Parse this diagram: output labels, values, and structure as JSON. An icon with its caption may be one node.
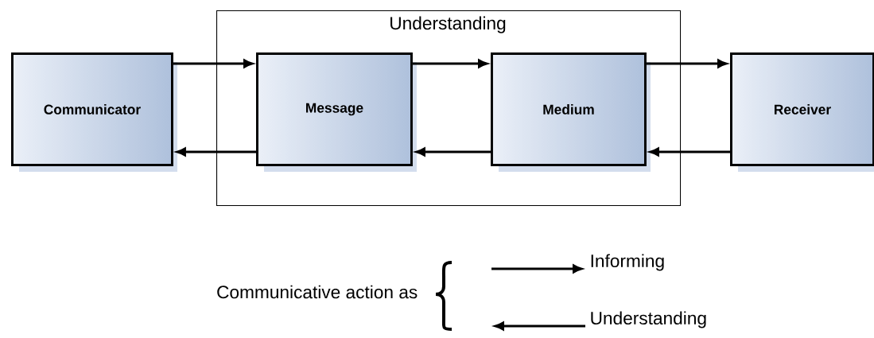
{
  "diagram": {
    "nodes": [
      {
        "text": [
          "Understanding"
        ]
      },
      {
        "text": [
          "Communicator"
        ]
      },
      {
        "text": [
          "Message"
        ],
        "in": 0
      },
      {
        "text": [
          "Medium"
        ],
        "in": 0
      },
      {
        "text": [
          "Receiver"
        ]
      }
    ],
    "edges": [
      {
        "from": 1,
        "to": 2,
        "arrow": "to"
      },
      {
        "from": 2,
        "to": 3,
        "arrow": "to"
      },
      {
        "from": 3,
        "to": 4,
        "arrow": "to"
      },
      {
        "from": 2,
        "to": 1,
        "arrow": "to"
      },
      {
        "from": 3,
        "to": 2,
        "arrow": "to"
      },
      {
        "from": 4,
        "to": 3,
        "arrow": "to"
      }
    ],
    "labels": [
      "Communicative action as"
    ],
    "legend": [
      {
        "text": "Informing"
      },
      {
        "text": "Understanding"
      }
    ]
  }
}
